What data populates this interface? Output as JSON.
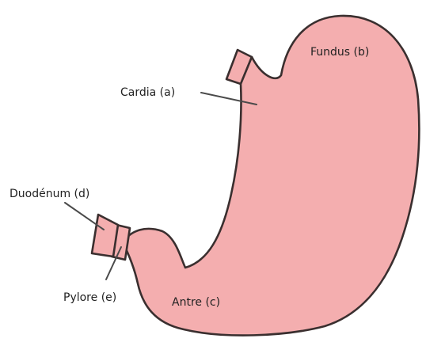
{
  "colors": {
    "tissue": "#f4aeaf",
    "outline": "#3a2f2f"
  },
  "labels": {
    "fundus": "Fundus (b)",
    "cardia": "Cardia (a)",
    "duodenum": "Duodénum (d)",
    "pylore": "Pylore (e)",
    "antre": "Antre (c)"
  }
}
